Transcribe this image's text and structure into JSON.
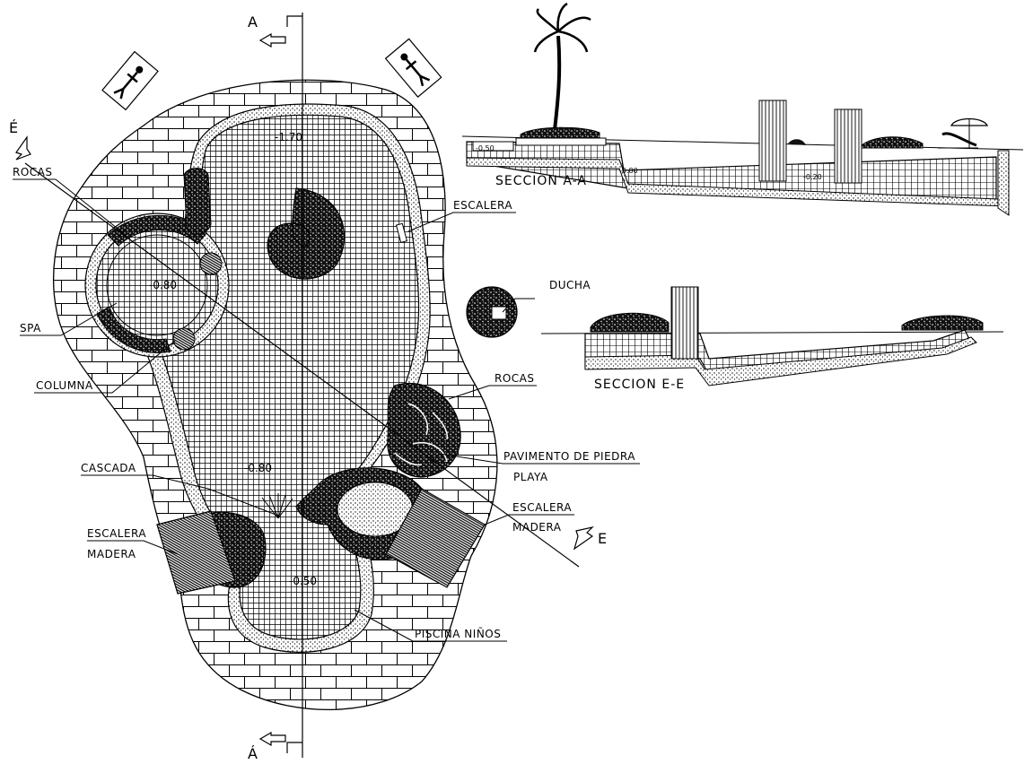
{
  "plan": {
    "labels": {
      "rocas_top": "ROCAS",
      "escalera_right": "ESCALERA",
      "spa": "SPA",
      "columna": "COLUMNA",
      "cascada": "CASCADA",
      "escalera_left": "ESCALERA",
      "madera_left": "MADERA",
      "ducha": "DUCHA",
      "rocas_right": "ROCAS",
      "pavimento": "PAVIMENTO DE PIEDRA",
      "playa": "PLAYA",
      "escalera_bottom_right": "ESCALERA",
      "madera_bottom_right": "MADERA",
      "piscina_ninos": "PISCINA NIÑOS"
    },
    "levels": {
      "deep": "-1.70",
      "spa": "-0.80",
      "mid": "-0.80",
      "kids": "-0.50"
    },
    "cut_marks": {
      "a_top": "A",
      "a_bottom": "Á",
      "e_top": "É",
      "e_bottom": "E"
    }
  },
  "sections": {
    "a": {
      "title": "SECCION A-A",
      "levels": [
        "-0.50",
        "-0.80",
        "-0.20"
      ]
    },
    "e": {
      "title": "SECCION E-E"
    }
  }
}
